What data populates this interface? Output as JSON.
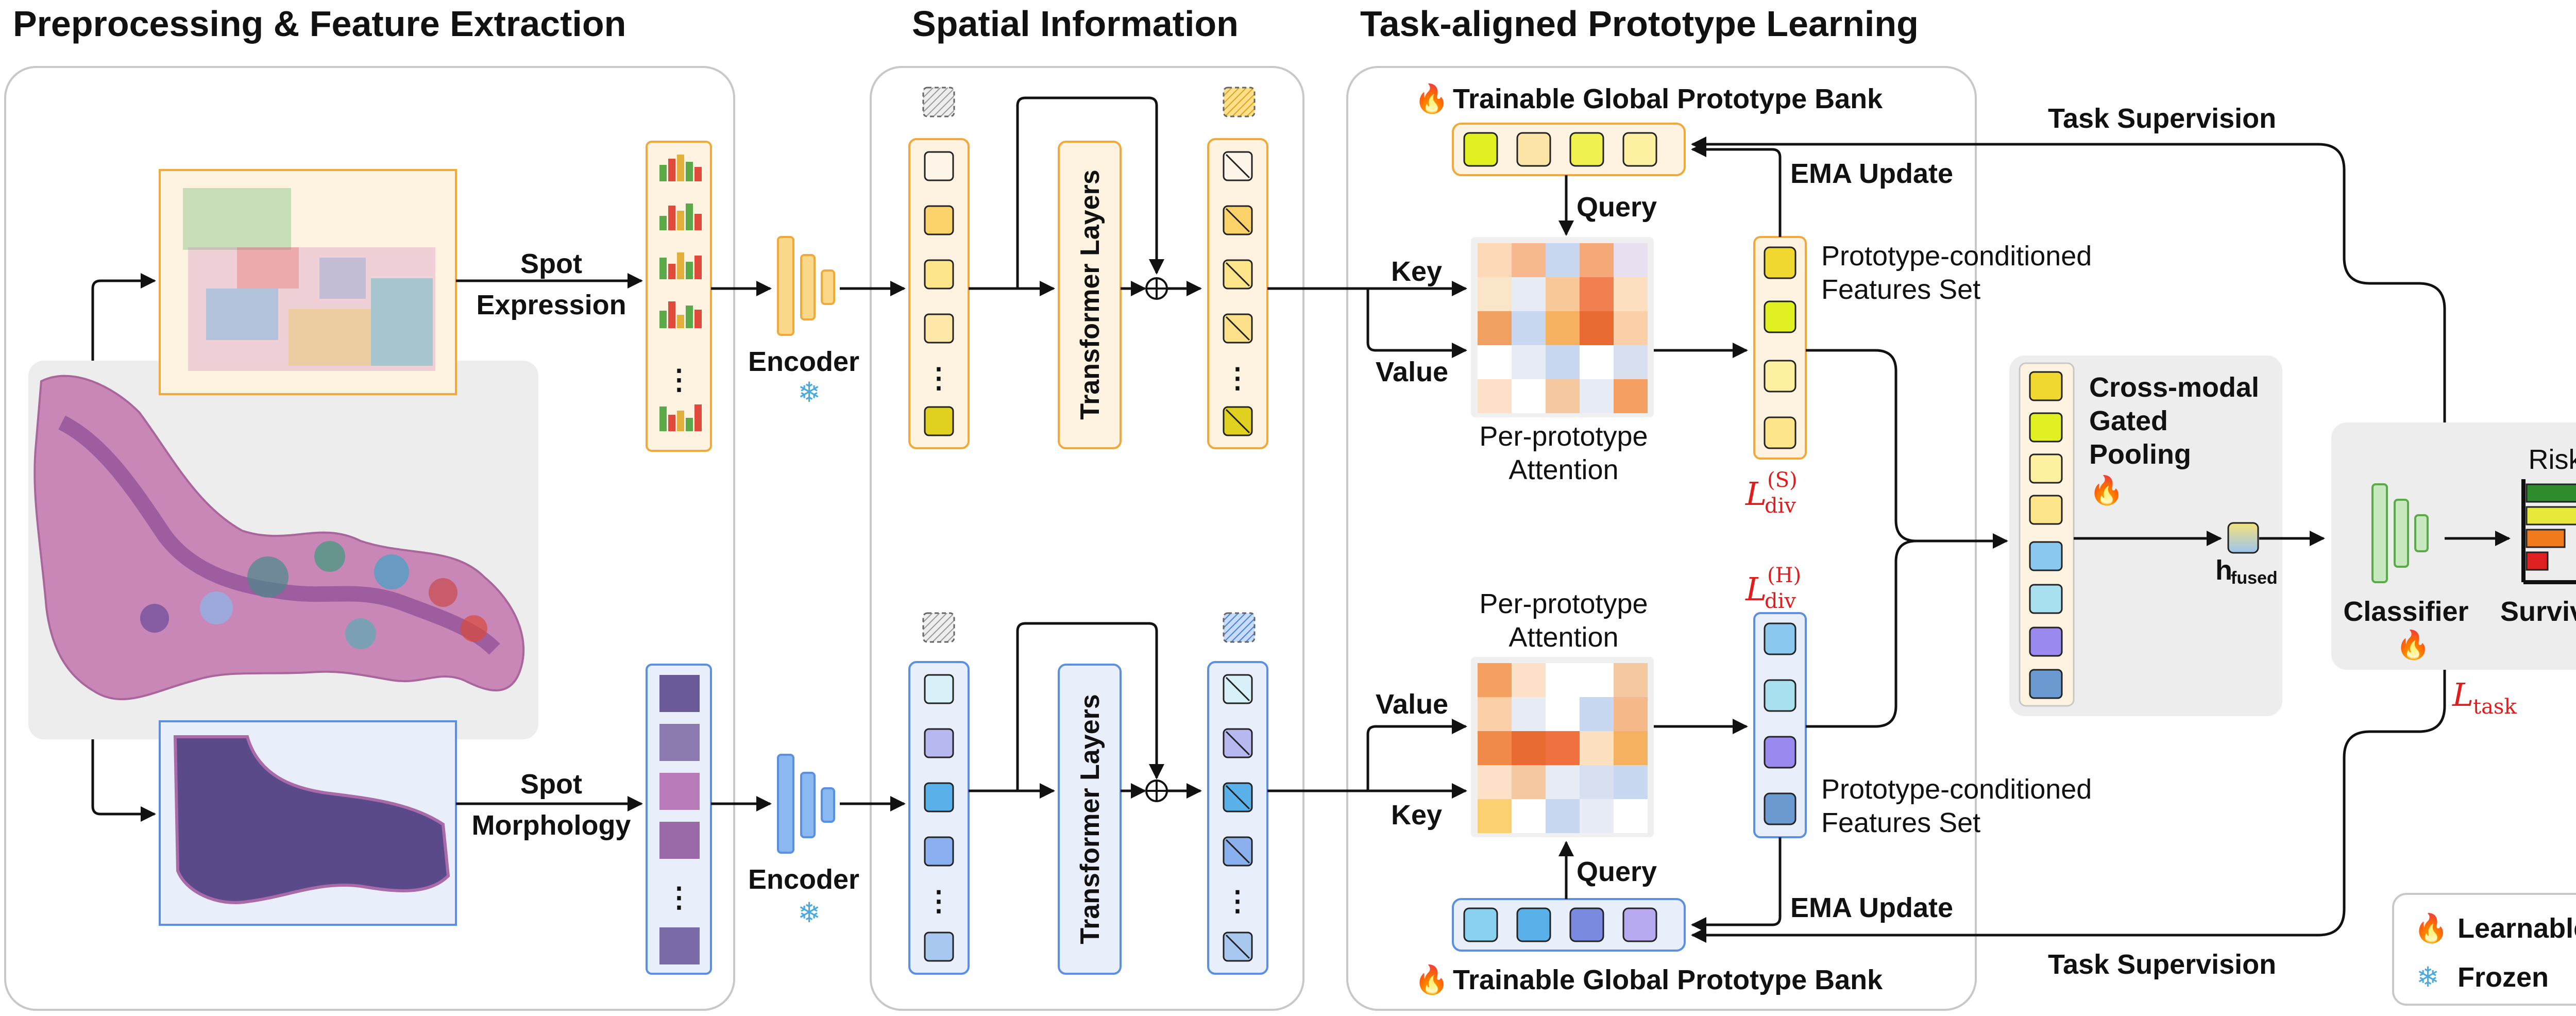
{
  "sections": {
    "preprocessing": "Preprocessing & Feature Extraction",
    "spatial": "Spatial Information",
    "prototype": "Task-aligned Prototype Learning"
  },
  "labels": {
    "spot": "Spot",
    "expression": "Expression",
    "morphology": "Morphology",
    "encoder": "Encoder",
    "transformer_layers": "Transformer Layers",
    "trainable_bank": "Trainable Global Prototype Bank",
    "query": "Query",
    "key": "Key",
    "value": "Value",
    "ema_update": "EMA Update",
    "per_prototype": "Per-prototype",
    "attention": "Attention",
    "proto_cond_1": "Prototype-conditioned",
    "proto_cond_2": "Features Set",
    "cross_modal_1": "Cross-modal",
    "cross_modal_2": "Gated",
    "cross_modal_3": "Pooling",
    "task_supervision": "Task Supervision",
    "h_main": "h",
    "h_sub": "fused",
    "classifier": "Classifier",
    "risk": "Risk",
    "survival": "Survival",
    "loss_div": "L",
    "loss_div_sub": "div",
    "loss_div_s": "(S)",
    "loss_div_h": "(H)",
    "loss_task": "L",
    "loss_task_sub": "task",
    "ellipsis": "⋮"
  },
  "legend": {
    "learnable": "Learnable",
    "frozen": "Frozen"
  },
  "icons": {
    "flame": "🔥",
    "snowflake": "❄"
  },
  "colors": {
    "expression_border": "#f0a93a",
    "morphology_border": "#5b8fe0",
    "loss_red": "#e01c1c",
    "classifier_green": "#5aaa4a"
  },
  "risk_bars": [
    {
      "level": 1.0,
      "color": "#2e8b2e"
    },
    {
      "level": 0.78,
      "color": "#e8e83a"
    },
    {
      "level": 0.55,
      "color": "#f07a1c"
    },
    {
      "level": 0.3,
      "color": "#e02020"
    }
  ]
}
